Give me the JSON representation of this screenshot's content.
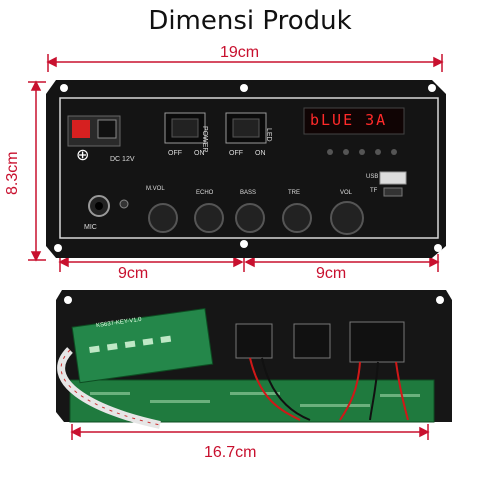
{
  "title": "Dimensi Produk",
  "dimensions": {
    "width_total": "19cm",
    "height": "8.3cm",
    "half_left": "9cm",
    "half_right": "9cm",
    "pcb_width": "16.7cm"
  },
  "panel": {
    "display_text": "bLUE 3A",
    "power_label": "POWER",
    "led_label": "LED",
    "switch_off": "OFF",
    "switch_on": "ON",
    "dc_label": "DC 12V",
    "mic_label": "MIC",
    "mic_vol": "M.VOL",
    "knob_labels": [
      "ECHO",
      "BASS",
      "TRE",
      "VOL"
    ],
    "usb_label": "USB",
    "tf_label": "TF"
  },
  "pcb": {
    "board_code": "KS637-KEY-V1.0"
  },
  "colors": {
    "dimension": "#c8102e",
    "panel": "#1a1a1a",
    "pcb": "#1f7a3e",
    "display": "#ff2a2a"
  }
}
